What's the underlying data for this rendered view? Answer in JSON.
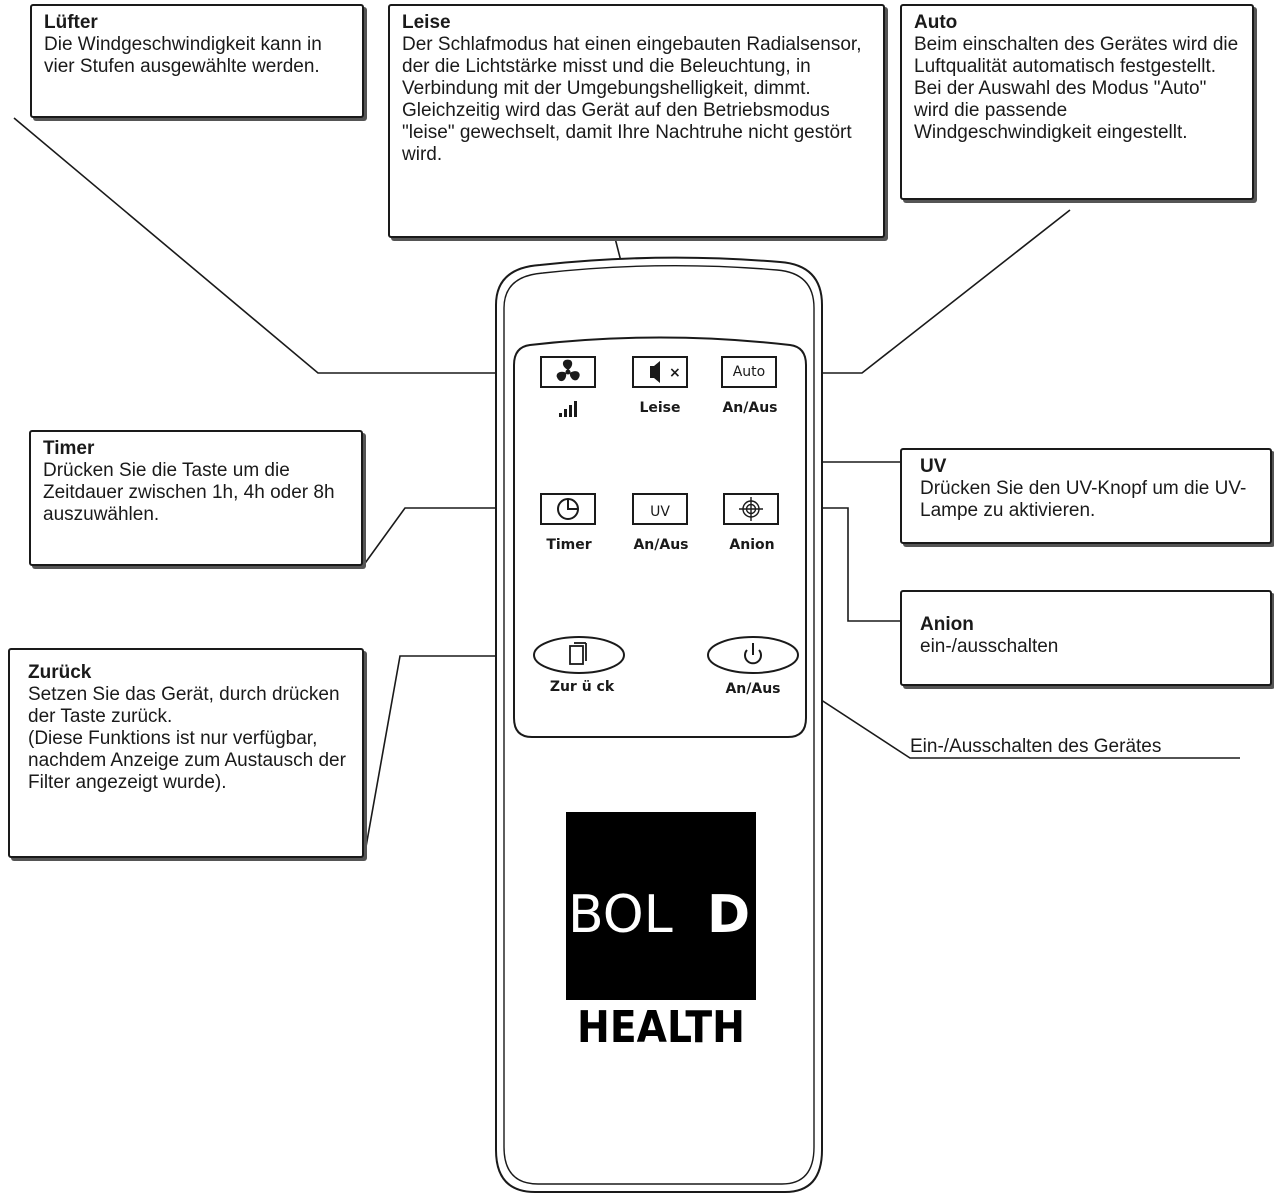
{
  "callouts": {
    "luefter": {
      "title": "Lüfter",
      "text": "Die Windgeschwindigkeit kann in vier Stufen ausgewählte werden."
    },
    "leise": {
      "title": "Leise",
      "text": "Der Schlafmodus hat einen eingebauten Radialsensor, der die Lichtstärke misst und die Beleuchtung, in Verbindung mit der Umgebungshelligkeit, dimmt. Gleichzeitig wird das Gerät auf den Betriebsmodus \"leise\" gewechselt, damit Ihre Nachtruhe nicht gestört wird."
    },
    "auto": {
      "title": "Auto",
      "text": "Beim einschalten des Gerätes wird die Luftqualität automatisch festgestellt. Bei der Auswahl des Modus \"Auto\" wird die passende Windgeschwindigkeit eingestellt."
    },
    "timer": {
      "title": "Timer",
      "text": "Drücken Sie die Taste um die Zeitdauer zwischen 1h, 4h oder 8h auszuwählen."
    },
    "uv": {
      "title": "UV",
      "text": "Drücken Sie den UV-Knopf um die UV-Lampe zu aktivieren."
    },
    "anion": {
      "title": "Anion",
      "text": "ein-/ausschalten"
    },
    "zurueck": {
      "title": "Zurück",
      "text": "Setzen Sie das Gerät, durch drücken der Taste zurück.\n (Diese Funktions ist nur verfügbar, nachdem Anzeige zum Austausch der Filter angezeigt wurde)."
    },
    "power": {
      "text": "Ein-/Ausschalten des Gerätes"
    }
  },
  "remote": {
    "buttons": {
      "fan": {
        "icon": "fan-icon",
        "label": "ıll"
      },
      "quiet": {
        "icon": "mute-speaker-icon",
        "glyph": "×",
        "label": "Leise"
      },
      "auto": {
        "text": "Auto",
        "label": "An/Aus"
      },
      "timer": {
        "icon": "timer-icon",
        "label": "Timer"
      },
      "uv": {
        "text": "UV",
        "label": "An/Aus"
      },
      "anion": {
        "icon": "anion-icon",
        "label": "Anion"
      },
      "reset": {
        "icon": "filter-reset-icon",
        "label": "Zur ü ck"
      },
      "power": {
        "icon": "power-icon",
        "label": "An/Aus"
      }
    },
    "logo": {
      "brand": "BOL",
      "brand_bold": "D",
      "sub": "HEALTH"
    }
  }
}
